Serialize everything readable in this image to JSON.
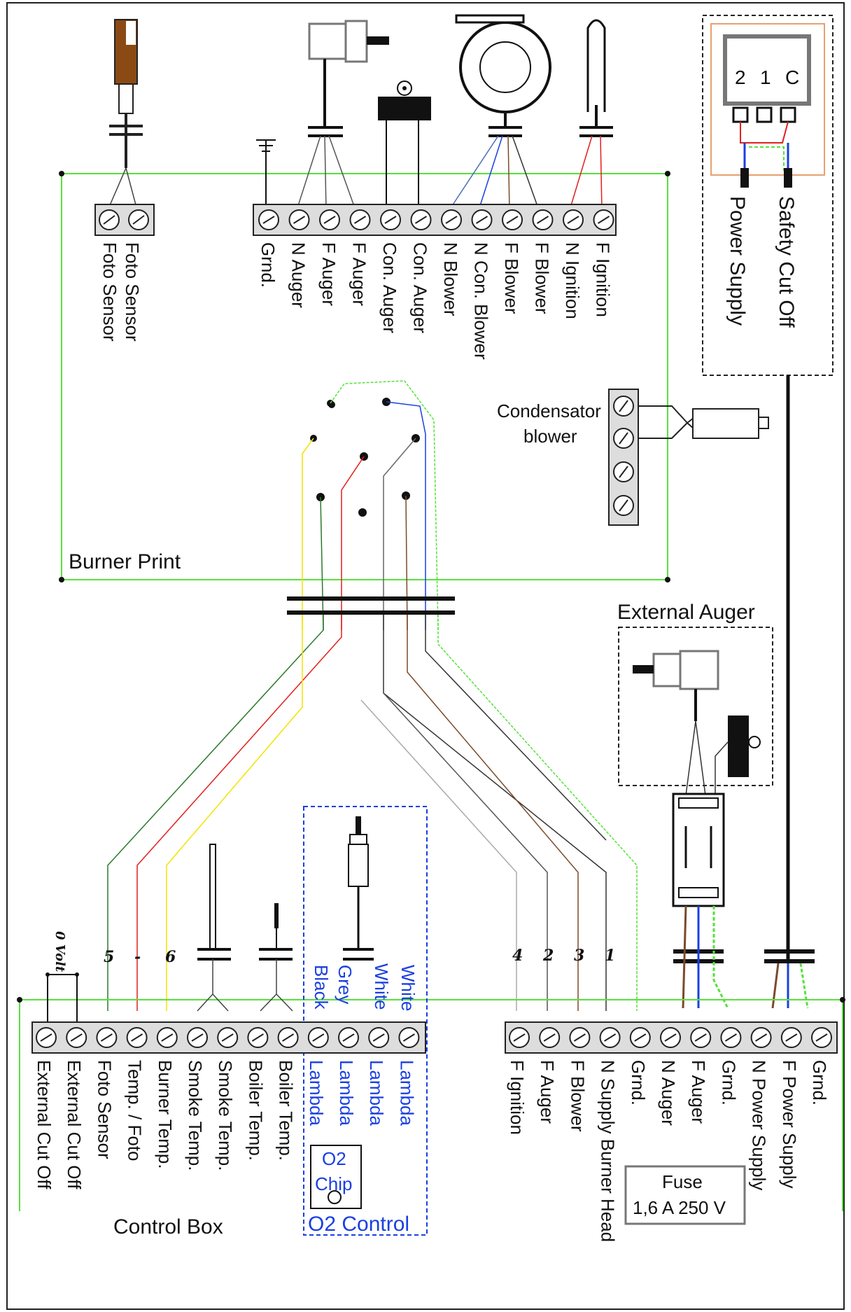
{
  "burner_print": {
    "title": "Burner Print",
    "foto_terminals": [
      "Foto Sensor",
      "Foto Sensor"
    ],
    "terminals": [
      "Grnd.",
      "N Auger",
      "F Auger",
      "F Auger",
      "Con. Auger",
      "Con. Auger",
      "N Blower",
      "N Con. Blower",
      "F Blower",
      "F Blower",
      "N Ignition",
      "F Ignition"
    ],
    "condensator_label": [
      "Condensator",
      "blower"
    ]
  },
  "safety": {
    "relay_pins": [
      "2",
      "1",
      "C"
    ],
    "labels": [
      "Power Supply",
      "Safety Cut Off"
    ]
  },
  "external_auger": {
    "title": "External Auger"
  },
  "control_box": {
    "title": "Control Box",
    "cutoff_label": "0 Volt",
    "left_numbers": [
      "5",
      "-",
      "6"
    ],
    "terminals_left": [
      "External Cut Off",
      "External Cut Off",
      "Foto Sensor",
      "Temp. / Foto",
      "Burner Temp.",
      "Smoke Temp.",
      "Smoke Temp.",
      "Boiler Temp.",
      "Boiler Temp."
    ],
    "terminals_lambda": [
      "Lambda",
      "Lambda",
      "Lambda",
      "Lambda"
    ],
    "lambda_wire_colors": [
      "Black",
      "Grey",
      "White",
      "White"
    ],
    "right_numbers": [
      "4",
      "2",
      "3",
      "1"
    ],
    "terminals_right": [
      "F Ignition",
      "F Auger",
      "F Blower",
      "N Supply Burner Head",
      "Grnd.",
      "N Auger",
      "F Auger",
      "Grnd.",
      "N Power Supply",
      "F Power Supply",
      "Grnd."
    ]
  },
  "o2_control": {
    "title": "O2 Control",
    "chip_label": [
      "O2",
      "Chip"
    ]
  },
  "fuse": {
    "title": "Fuse",
    "rating": "1,6 A 250 V"
  },
  "colors": {
    "green": "#56e23c",
    "red": "#e0201e",
    "yellow": "#f2e400",
    "blue": "#1a3fe0",
    "brown": "#7a4a2a",
    "grey": "#9a9a9a"
  }
}
